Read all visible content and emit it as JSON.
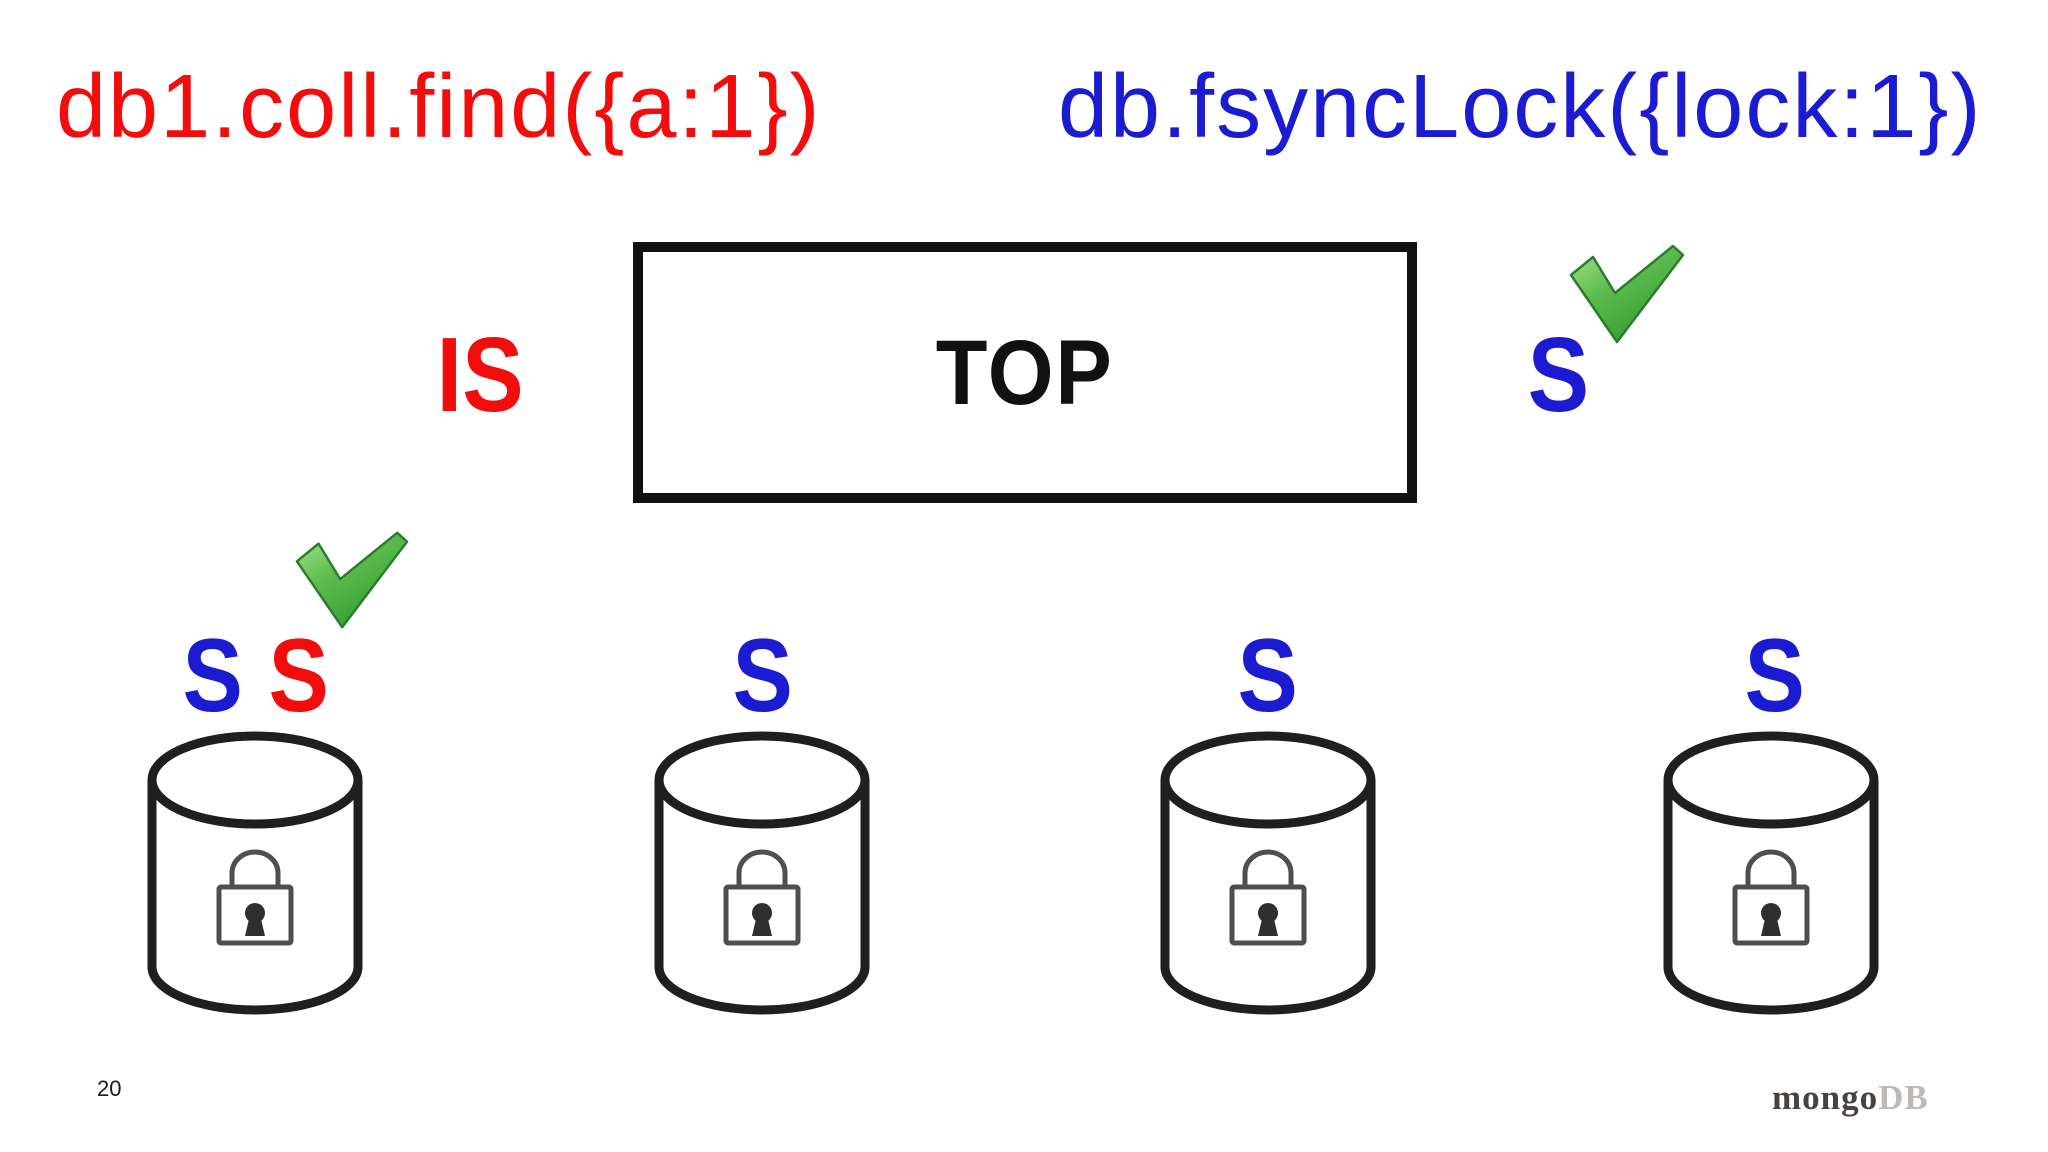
{
  "slide": {
    "queries": {
      "find_query": "db1.coll.find({a:1})",
      "fsync_lock_query": "db.fsyncLock({lock:1})"
    },
    "hierarchy": {
      "top_label": "TOP",
      "find_lock_mode": "IS",
      "fsync_lock_mode": "S"
    },
    "databases": [
      {
        "locks": [
          {
            "mode": "S",
            "color": "blue"
          },
          {
            "mode": "S",
            "color": "red"
          }
        ],
        "granted_check": true
      },
      {
        "locks": [
          {
            "mode": "S",
            "color": "blue"
          }
        ],
        "granted_check": false
      },
      {
        "locks": [
          {
            "mode": "S",
            "color": "blue"
          }
        ],
        "granted_check": false
      },
      {
        "locks": [
          {
            "mode": "S",
            "color": "blue"
          }
        ],
        "granted_check": false
      }
    ],
    "footer": {
      "page_number": "20",
      "logo_primary": "mongo",
      "logo_secondary": "DB"
    },
    "colors": {
      "find_red": "#f20c0c",
      "fsync_blue": "#1b1bd1",
      "check_green_light": "#8fdc72",
      "check_green_dark": "#2e9b2e",
      "box_border": "#111111",
      "cylinder_outline": "#1f1f1f",
      "lock_outline": "#4f4f4f",
      "logo_dark": "#474341",
      "logo_light": "#bcb9b7",
      "background": "#ffffff"
    }
  }
}
